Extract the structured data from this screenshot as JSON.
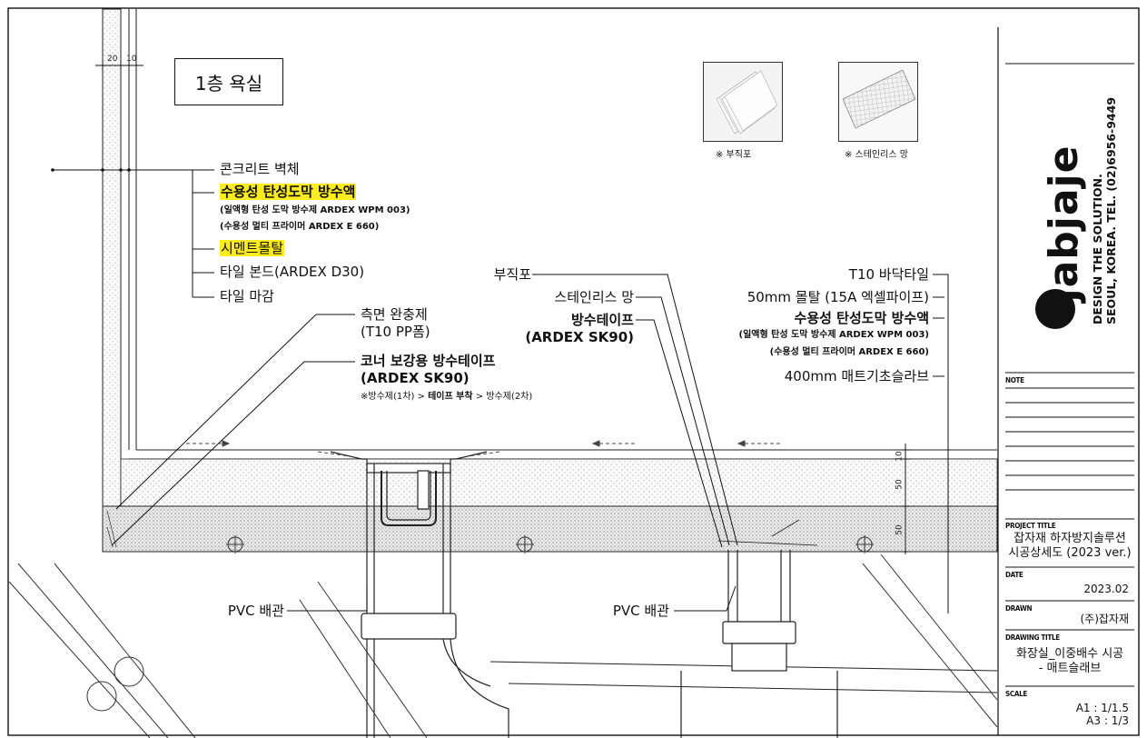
{
  "room_title": "1층 욕실",
  "photos": [
    {
      "caption": "※ 부직포",
      "icon": "nonwoven-fabric-photo"
    },
    {
      "caption": "※ 스테인리스 망",
      "icon": "stainless-mesh-photo"
    }
  ],
  "wall_labels": {
    "concrete": "콘크리트 벽체",
    "waterproof": "수용성 탄성도막 방수액",
    "waterproof_sub1": "(일액형 탄성 도막 방수제 ARDEX WPM 003)",
    "waterproof_sub2": "(수용성 멀티 프라이머 ARDEX E 660)",
    "mortar": "시멘트몰탈",
    "tile_bond": "타일 본드(ARDEX D30)",
    "tile_finish": "타일 마감"
  },
  "side_labels": {
    "cushion": "측면 완충제",
    "cushion_sub": "(T10 PP폼)",
    "corner_tape": "코너 보강용 방수테이프",
    "corner_tape_sub": "(ARDEX SK90)",
    "order_prefix": "※방수제(1차) > ",
    "order_bold": "테이프 부착",
    "order_suffix": " > 방수제(2차)"
  },
  "center_labels": {
    "fabric": "부직포",
    "mesh": "스테인리스 망",
    "tape": "방수테이프",
    "tape_sub": "(ARDEX SK90)"
  },
  "right_labels": {
    "floor_tile": "T10 바닥타일",
    "mortar": "50mm 몰탈  (15A 엑셀파이프)",
    "waterproof": "수용성 탄성도막 방수액",
    "waterproof_sub1": "(일액형 탄성 도막 방수제 ARDEX WPM 003)",
    "waterproof_sub2": "(수용성 멀티 프라이머 ARDEX E 660)",
    "slab": "400mm 매트기초슬라브"
  },
  "pipe_labels": {
    "left": "PVC 배관",
    "right": "PVC 배관"
  },
  "dimensions": {
    "wall_a": "20",
    "wall_b": "10",
    "floor_a": "10",
    "floor_b": "50",
    "floor_c": "50"
  },
  "title_block": {
    "brand": "jabjaje",
    "slogan_1": "DESIGN THE SOLUTION.",
    "slogan_2": "SEOUL, KOREA. TEL. (02)6956-9449",
    "note_label": "NOTE",
    "project_label": "PROJECT TITLE",
    "project_1": "잡자재 하자방지솔루션",
    "project_2": "시공상세도 (2023 ver.)",
    "date_label": "DATE",
    "date": "2023.02",
    "drawn_label": "DRAWN",
    "drawn": "(주)잡자재",
    "drawing_title_label": "DRAWING TITLE",
    "drawing_title_1": "화장실_이중배수 시공",
    "drawing_title_2": "- 매트슬래브",
    "scale_label": "SCALE",
    "scale_1": "A1 : 1/1.5",
    "scale_2": "A3 : 1/3"
  },
  "colors": {
    "highlight": "#ffec1f",
    "line": "#111111"
  }
}
